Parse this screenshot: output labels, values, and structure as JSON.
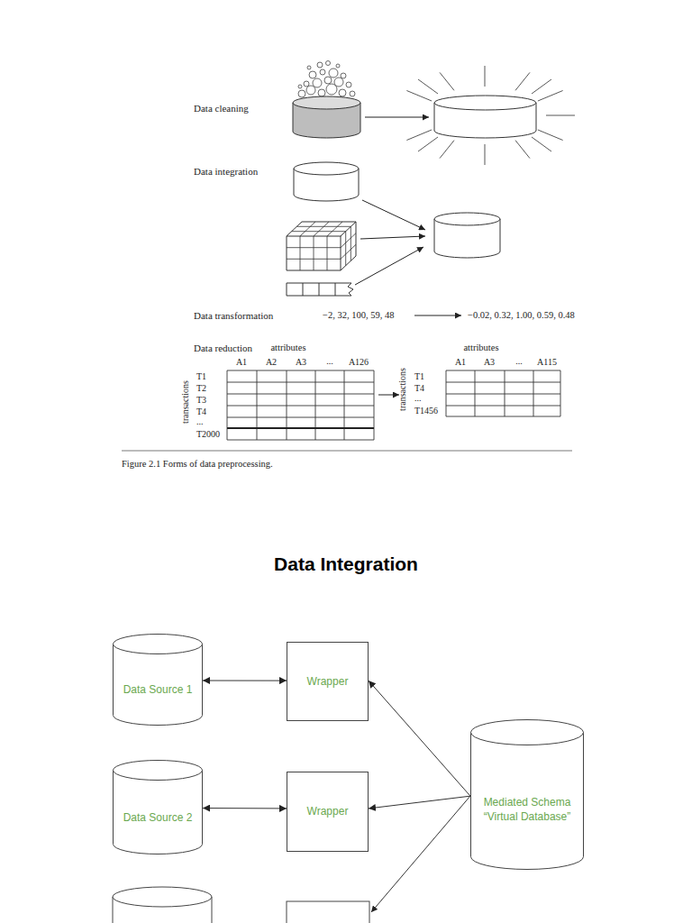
{
  "diagram": {
    "title": "Data Integration",
    "caption": "Figure 2.1 Forms of data preprocessing.",
    "nodes": [
      {
        "text": [
          "Data Source 1"
        ]
      },
      {
        "text": [
          "Wrapper"
        ]
      },
      {
        "text": [
          "Data Source 2"
        ]
      },
      {
        "text": [
          "Wrapper"
        ]
      },
      {
        "text": [
          "Mediated Schema “Virtual Database”"
        ]
      }
    ],
    "edges": [
      {
        "from": 0,
        "to": 1,
        "arrow": "both"
      },
      {
        "from": 4,
        "to": 1,
        "arrow": "to"
      },
      {
        "from": 4,
        "to": 3,
        "arrow": "to"
      },
      {
        "from": 2,
        "to": 3,
        "arrow": "both"
      }
    ],
    "labels": [
      "Data cleaning",
      "Data integration",
      "Data transformation",
      "−2, 32, 100, 59, 48",
      "−0.02, 0.32, 1.00, 0.59, 0.48",
      "Data reduction",
      "attributes",
      "attributes",
      "A1",
      "A2",
      "A3",
      "...",
      "A126",
      "A1",
      "A3",
      "...",
      "A115",
      "transactions",
      "T1",
      "T2",
      "T3",
      "T4",
      "...",
      "T2000",
      "transactions",
      "T1",
      "T4",
      "...",
      "T1456"
    ]
  }
}
